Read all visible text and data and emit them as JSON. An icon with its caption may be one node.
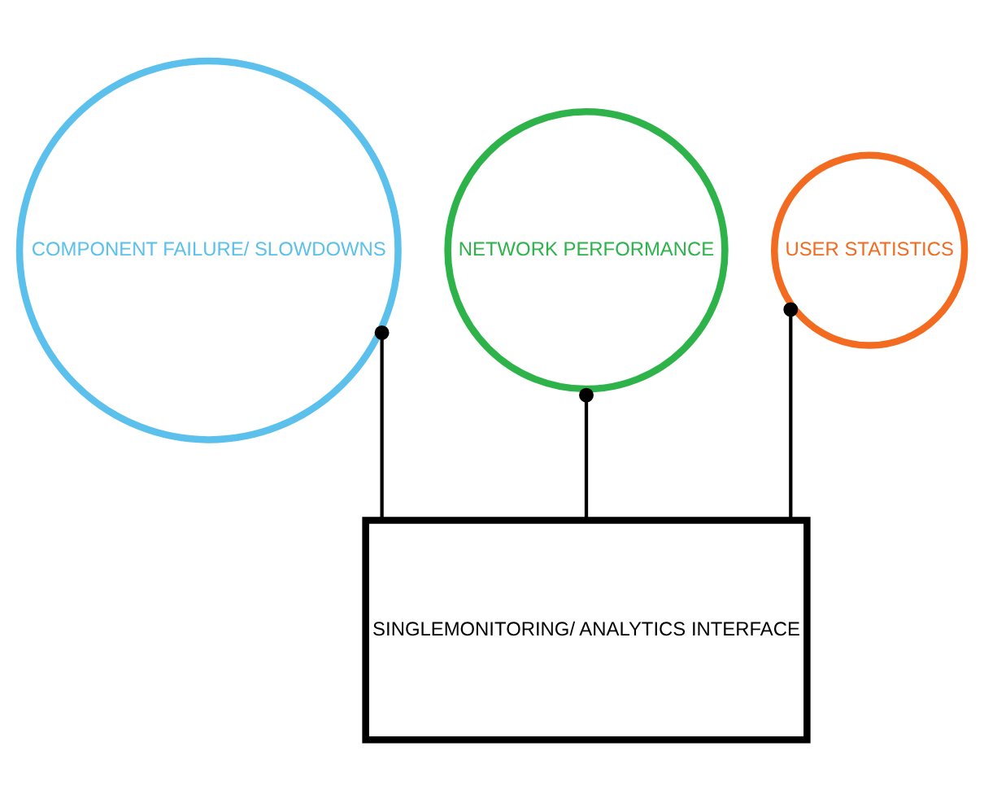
{
  "diagram": {
    "nodes": [
      {
        "text": [
          "COMPONENT FAILURE/ SLOWDOWNS"
        ]
      },
      {
        "text": [
          "NETWORK PERFORMANCE"
        ]
      },
      {
        "text": [
          "USER STATISTICS"
        ]
      },
      {
        "text": [
          "SINGLEMONITORING/ ANALYTICS INTERFACE"
        ]
      }
    ],
    "edges": [
      {
        "from": 0,
        "to": 3,
        "arrow": "other"
      },
      {
        "from": 1,
        "to": 3,
        "arrow": "other"
      },
      {
        "from": 2,
        "to": 3,
        "arrow": "other"
      }
    ]
  }
}
